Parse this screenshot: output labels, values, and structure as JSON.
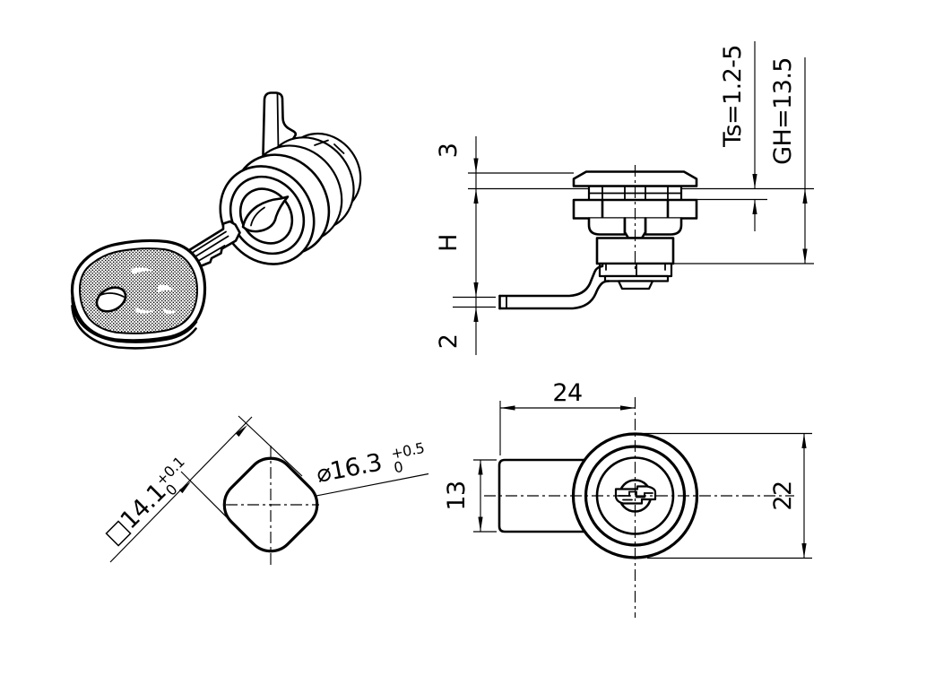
{
  "drawing": {
    "description": "cam lock with key - technical drawing, four views",
    "ink_color": "#000000",
    "paper_color": "#ffffff"
  },
  "side_view": {
    "flange_height": "3",
    "height_var": "H",
    "cam_thickness": "2",
    "panel_thickness": "Ts=1.2-5",
    "grip_height": "GH=13.5"
  },
  "cutout_view": {
    "square_dim": "□14.1",
    "square_tol_upper": "+0.1",
    "square_tol_lower": "0",
    "diameter_dim": "⌀16.3",
    "diameter_tol_upper": "+0.5",
    "diameter_tol_lower": "0"
  },
  "front_view": {
    "cam_length": "24",
    "housing_width": "13",
    "face_diameter": "22"
  }
}
